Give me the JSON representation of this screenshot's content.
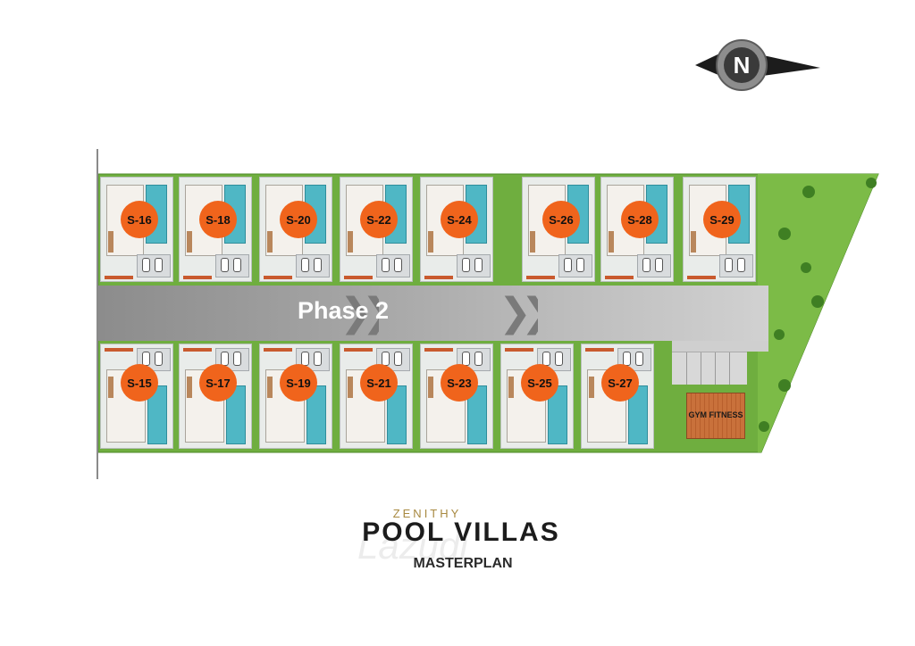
{
  "title": {
    "brand_small": "ZENITHY",
    "brand_main": "POOL VILLAS",
    "subtitle": "MASTERPLAN"
  },
  "phase_label": "Phase 2",
  "gym_label": "GYM FITNESS",
  "compass_letter": "N",
  "watermark": "Lazudi",
  "north_row": [
    "S-16",
    "S-18",
    "S-20",
    "S-22",
    "S-24",
    "S-26",
    "S-28",
    "S-29"
  ],
  "south_row": [
    "S-15",
    "S-17",
    "S-19",
    "S-21",
    "S-23",
    "S-25",
    "S-27"
  ],
  "colors": {
    "marker": "#f0641c",
    "pool": "#4fb7c5",
    "lawn": "#6fae3f",
    "road": "#a6a6a6",
    "brand_gold": "#a88940"
  },
  "icons": [
    "compass-icon",
    "chevron-road-marking-icon",
    "car-icon",
    "palm-tree-icon"
  ]
}
